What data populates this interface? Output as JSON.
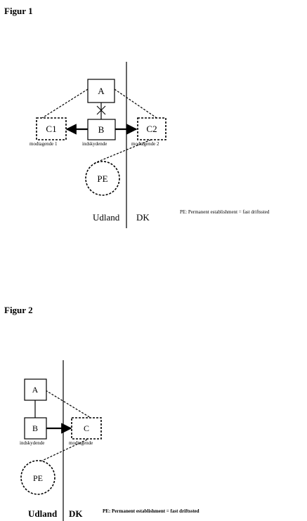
{
  "figure1": {
    "heading": "Figur 1",
    "node_a": "A",
    "node_b": "B",
    "node_c1": "C1",
    "node_c2": "C2",
    "node_pe": "PE",
    "caption_c1": "modtagende 1",
    "caption_b": "indskydende",
    "caption_c2": "modtagende 2",
    "label_udland": "Udland",
    "label_dk": "DK",
    "legend": "PE: Permanent establishment = fast driftssted"
  },
  "figure2": {
    "heading": "Figur 2",
    "node_a": "A",
    "node_b": "B",
    "node_c": "C",
    "node_pe": "PE",
    "caption_b": "indskydende",
    "caption_c": "modtagende",
    "label_udland": "Udland",
    "label_dk": "DK",
    "legend": "PE: Permanent establishment = fast driftssted"
  }
}
